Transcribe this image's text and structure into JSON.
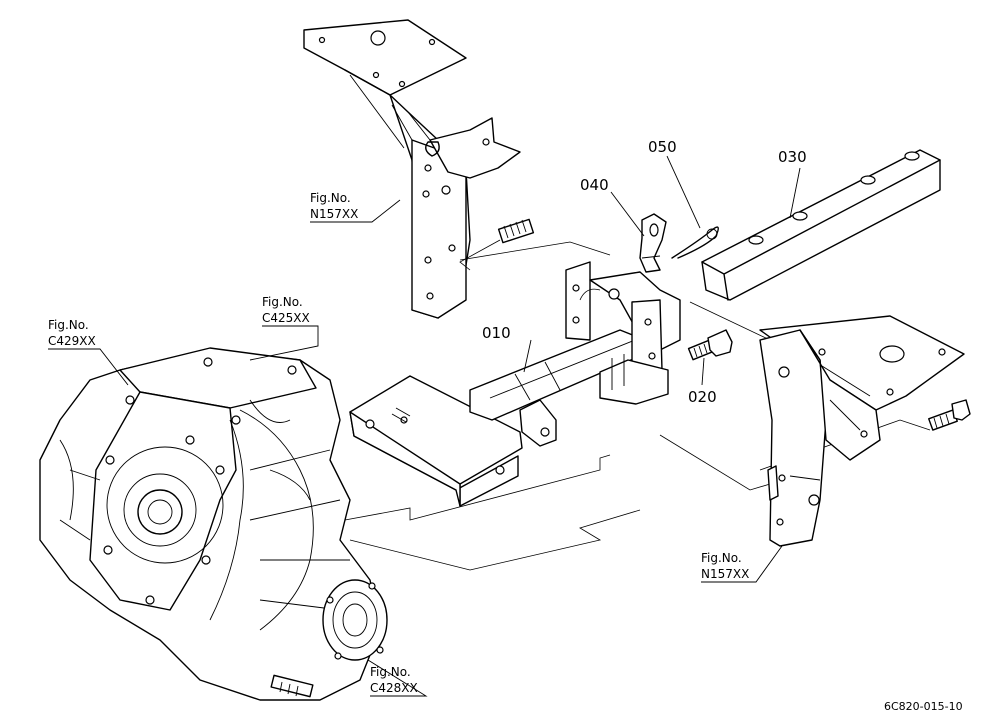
{
  "part_callouts": [
    {
      "id": "callout-010",
      "label": "010"
    },
    {
      "id": "callout-020",
      "label": "020"
    },
    {
      "id": "callout-030",
      "label": "030"
    },
    {
      "id": "callout-040",
      "label": "040"
    },
    {
      "id": "callout-050",
      "label": "050"
    }
  ],
  "figure_references": [
    {
      "id": "fig-ref-n157-upper",
      "caption": "Fig.No.",
      "code": "N157XX"
    },
    {
      "id": "fig-ref-c429",
      "caption": "Fig.No.",
      "code": "C429XX"
    },
    {
      "id": "fig-ref-c425",
      "caption": "Fig.No.",
      "code": "C425XX"
    },
    {
      "id": "fig-ref-n157-lower",
      "caption": "Fig.No.",
      "code": "N157XX"
    },
    {
      "id": "fig-ref-c428",
      "caption": "Fig.No.",
      "code": "C428XX"
    }
  ],
  "drawing_id": "6C820-015-10"
}
